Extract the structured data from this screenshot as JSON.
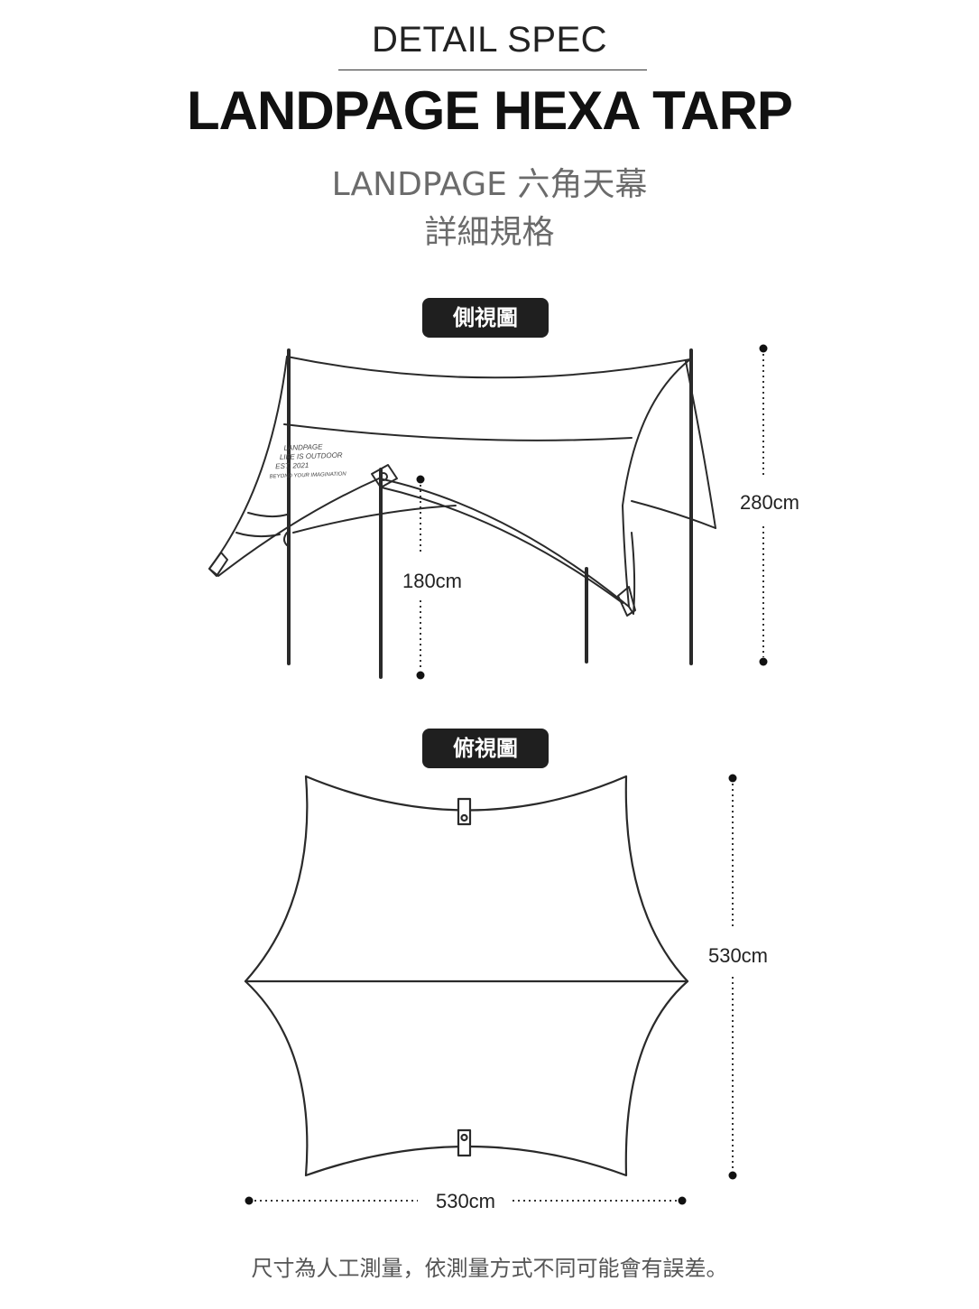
{
  "header": {
    "eyebrow": "DETAIL SPEC",
    "title": "LANDPAGE HEXA TARP",
    "subtitle_line1": "LANDPAGE 六角天幕",
    "subtitle_line2": "詳細規格"
  },
  "side_view": {
    "label": "側視圖",
    "height_total": "280cm",
    "height_short_pole": "180cm",
    "print_lines": [
      "LANDPAGE",
      "LIFE IS OUTDOOR",
      "EST. 2021",
      "BEYOND YOUR IMAGINATION"
    ]
  },
  "top_view": {
    "label": "俯視圖",
    "width": "530cm",
    "length": "530cm"
  },
  "footnote": "尺寸為人工測量，依測量方式不同可能會有誤差。",
  "colors": {
    "line": "#2a2a2a",
    "pill_bg": "#1f1f1f",
    "subtitle": "#6b6b6b"
  }
}
